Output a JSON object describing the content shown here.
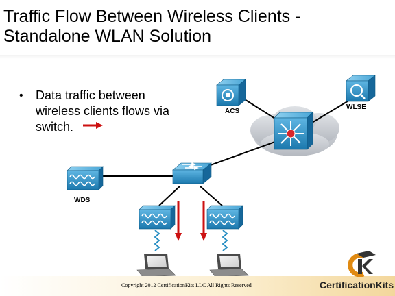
{
  "slide": {
    "title_line1": "Traffic Flow Between Wireless Clients -",
    "title_line2": "Standalone WLAN Solution",
    "bullet_symbol": "•",
    "bullet_lines": [
      "Data traffic between",
      "wireless clients flows via",
      "switch."
    ]
  },
  "diagram": {
    "labels": {
      "acs": "ACS",
      "wlse": "WLSE",
      "wds": "WDS"
    },
    "devices": [
      {
        "name": "ACS",
        "icon": "server-icon"
      },
      {
        "name": "WLSE",
        "icon": "server-icon"
      },
      {
        "name": "multilayer-switch",
        "icon": "multilayer-switch-icon"
      },
      {
        "name": "switch",
        "icon": "switch-icon"
      },
      {
        "name": "WDS",
        "icon": "access-point-icon"
      },
      {
        "name": "access-point-left",
        "icon": "access-point-icon"
      },
      {
        "name": "access-point-right",
        "icon": "access-point-icon"
      },
      {
        "name": "laptop-left",
        "icon": "laptop-icon"
      },
      {
        "name": "laptop-right",
        "icon": "laptop-icon"
      }
    ],
    "colors": {
      "device_blue": "#2a8fc4",
      "traffic_arrow": "#cc1111",
      "cloud": "#c9ccd2"
    }
  },
  "footer": {
    "copyright": "Copyright 2012 CertificationKits LLC  All Rights Reserved",
    "logo_text": "CertificationKits"
  }
}
